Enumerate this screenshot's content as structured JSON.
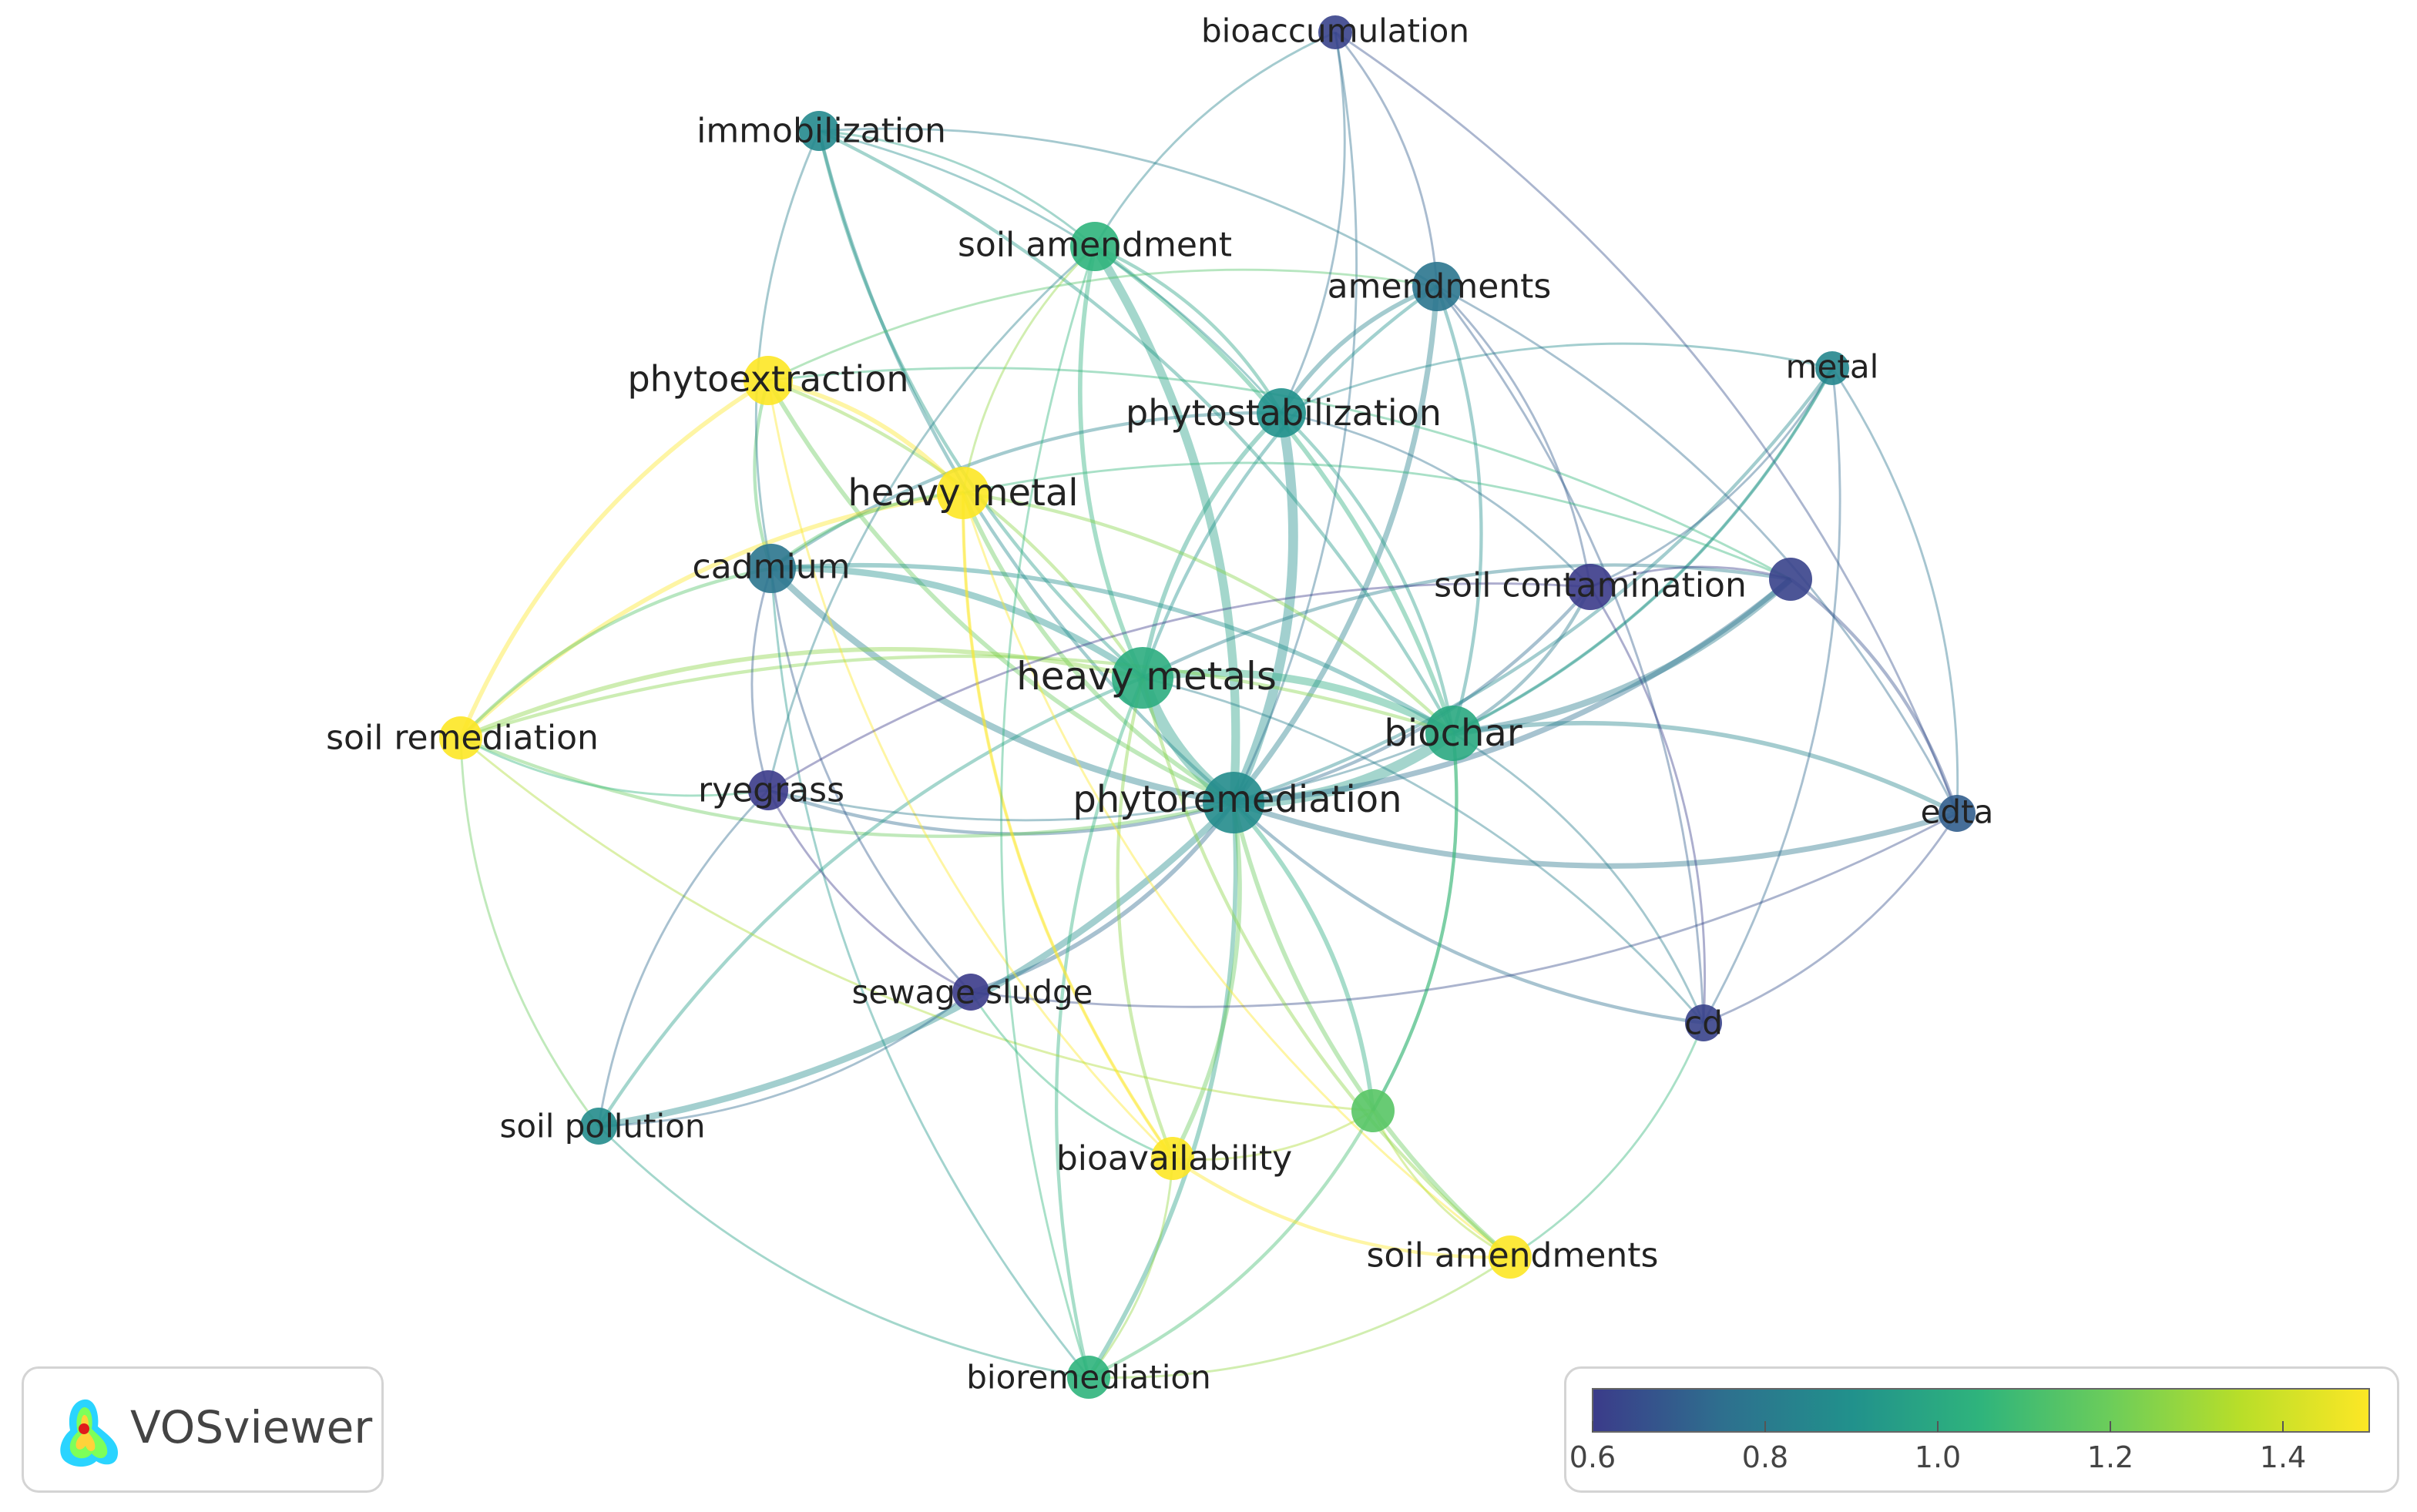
{
  "nodes": [
    {
      "id": "bioaccumulation",
      "label": "bioaccumulation",
      "score": 0.62
    },
    {
      "id": "immobilization",
      "label": "immobilization",
      "score": 0.86
    },
    {
      "id": "soil-amendment",
      "label": "soil amendment",
      "score": 1.05
    },
    {
      "id": "amendments",
      "label": "amendments",
      "score": 0.78
    },
    {
      "id": "phytoextraction",
      "label": "phytoextraction",
      "score": 1.5
    },
    {
      "id": "phytostabilization",
      "label": "phytostabilization",
      "score": 0.9
    },
    {
      "id": "metal",
      "label": "metal",
      "score": 0.85
    },
    {
      "id": "heavy-metal",
      "label": "heavy metal",
      "score": 1.5
    },
    {
      "id": "cadmium",
      "label": "cadmium",
      "score": 0.78
    },
    {
      "id": "soil-contamination",
      "label": "soil contamination",
      "score": 0.6
    },
    {
      "id": "unlabeled-1",
      "label": "",
      "score": 0.62
    },
    {
      "id": "heavy-metals",
      "label": "heavy metals",
      "score": 1.02
    },
    {
      "id": "biochar",
      "label": "biochar",
      "score": 1.0
    },
    {
      "id": "soil-remediation",
      "label": "soil remediation",
      "score": 1.5
    },
    {
      "id": "ryegrass",
      "label": "ryegrass",
      "score": 0.6
    },
    {
      "id": "phytoremediation",
      "label": "phytoremediation",
      "score": 0.88
    },
    {
      "id": "edta",
      "label": "edta",
      "score": 0.7
    },
    {
      "id": "sewage-sludge",
      "label": "sewage sludge",
      "score": 0.6
    },
    {
      "id": "cd",
      "label": "cd",
      "score": 0.62
    },
    {
      "id": "unlabeled-2",
      "label": "",
      "score": 1.15
    },
    {
      "id": "soil-pollution",
      "label": "soil pollution",
      "score": 0.88
    },
    {
      "id": "bioavailability",
      "label": "bioavailability",
      "score": 1.5
    },
    {
      "id": "soil-amendments",
      "label": "soil amendments",
      "score": 1.5
    },
    {
      "id": "bioremediation",
      "label": "bioremediation",
      "score": 1.05
    }
  ],
  "links": [
    [
      "phytoremediation",
      "heavy-metals",
      10
    ],
    [
      "phytoremediation",
      "biochar",
      9
    ],
    [
      "phytoremediation",
      "phytostabilization",
      8
    ],
    [
      "phytoremediation",
      "soil-amendment",
      7
    ],
    [
      "phytoremediation",
      "cadmium",
      5
    ],
    [
      "phytoremediation",
      "amendments",
      4
    ],
    [
      "phytoremediation",
      "soil-pollution",
      5
    ],
    [
      "phytoremediation",
      "edta",
      4
    ],
    [
      "phytoremediation",
      "unlabeled-1",
      4
    ],
    [
      "phytoremediation",
      "heavy-metal",
      3
    ],
    [
      "phytoremediation",
      "phytoextraction",
      3
    ],
    [
      "phytoremediation",
      "bioremediation",
      3
    ],
    [
      "phytoremediation",
      "unlabeled-2",
      3
    ],
    [
      "phytoremediation",
      "soil-amendments",
      3
    ],
    [
      "phytoremediation",
      "sewage-sludge",
      3
    ],
    [
      "phytoremediation",
      "ryegrass",
      2
    ],
    [
      "phytoremediation",
      "bioavailability",
      3
    ],
    [
      "phytoremediation",
      "soil-contamination",
      2
    ],
    [
      "phytoremediation",
      "metal",
      2
    ],
    [
      "phytoremediation",
      "immobilization",
      2
    ],
    [
      "phytoremediation",
      "bioaccumulation",
      1
    ],
    [
      "phytoremediation",
      "soil-remediation",
      2
    ],
    [
      "phytoremediation",
      "cd",
      2
    ],
    [
      "heavy-metals",
      "biochar",
      6
    ],
    [
      "heavy-metals",
      "cadmium",
      5
    ],
    [
      "heavy-metals",
      "soil-amendment",
      3
    ],
    [
      "heavy-metals",
      "phytostabilization",
      3
    ],
    [
      "heavy-metals",
      "soil-remediation",
      3
    ],
    [
      "heavy-metals",
      "phytoextraction",
      2
    ],
    [
      "heavy-metals",
      "bioremediation",
      2
    ],
    [
      "heavy-metals",
      "bioavailability",
      2
    ],
    [
      "heavy-metals",
      "amendments",
      2
    ],
    [
      "heavy-metals",
      "unlabeled-1",
      2
    ],
    [
      "heavy-metals",
      "immobilization",
      2
    ],
    [
      "heavy-metals",
      "soil-pollution",
      2
    ],
    [
      "biochar",
      "unlabeled-1",
      5
    ],
    [
      "biochar",
      "cadmium",
      3
    ],
    [
      "biochar",
      "soil-amendment",
      3
    ],
    [
      "biochar",
      "phytostabilization",
      2
    ],
    [
      "biochar",
      "edta",
      3
    ],
    [
      "biochar",
      "metal",
      2
    ],
    [
      "biochar",
      "soil-contamination",
      2
    ],
    [
      "biochar",
      "unlabeled-2",
      2
    ],
    [
      "biochar",
      "heavy-metal",
      2
    ],
    [
      "biochar",
      "immobilization",
      2
    ],
    [
      "biochar",
      "amendments",
      2
    ],
    [
      "biochar",
      "cd",
      1
    ],
    [
      "phytostabilization",
      "amendments",
      3
    ],
    [
      "phytostabilization",
      "soil-amendment",
      2
    ],
    [
      "phytostabilization",
      "cadmium",
      2
    ],
    [
      "phytostabilization",
      "metal",
      1
    ],
    [
      "phytostabilization",
      "immobilization",
      1
    ],
    [
      "phytostabilization",
      "soil-contamination",
      1
    ],
    [
      "phytoextraction",
      "heavy-metal",
      3
    ],
    [
      "phytoextraction",
      "soil-remediation",
      3
    ],
    [
      "phytoextraction",
      "cadmium",
      2
    ],
    [
      "phytoextraction",
      "unlabeled-1",
      1
    ],
    [
      "phytoextraction",
      "amendments",
      1
    ],
    [
      "phytoextraction",
      "bioavailability",
      1
    ],
    [
      "soil-remediation",
      "heavy-metal",
      3
    ],
    [
      "soil-remediation",
      "cadmium",
      2
    ],
    [
      "soil-remediation",
      "soil-pollution",
      1
    ],
    [
      "soil-remediation",
      "biochar",
      2
    ],
    [
      "soil-remediation",
      "unlabeled-2",
      1
    ],
    [
      "soil-remediation",
      "ryegrass",
      1
    ],
    [
      "heavy-metal",
      "cadmium",
      2
    ],
    [
      "heavy-metal",
      "bioavailability",
      2
    ],
    [
      "heavy-metal",
      "soil-amendments",
      1
    ],
    [
      "cadmium",
      "ryegrass",
      1
    ],
    [
      "cadmium",
      "sewage-sludge",
      1
    ],
    [
      "cadmium",
      "immobilization",
      1
    ],
    [
      "cadmium",
      "bioremediation",
      1
    ],
    [
      "immobilization",
      "amendments",
      1
    ],
    [
      "immobilization",
      "soil-amendment",
      1
    ],
    [
      "bioaccumulation",
      "amendments",
      1
    ],
    [
      "bioaccumulation",
      "soil-amendment",
      1
    ],
    [
      "bioaccumulation",
      "edta",
      1
    ],
    [
      "bioaccumulation",
      "phytostabilization",
      1
    ],
    [
      "amendments",
      "soil-contamination",
      1
    ],
    [
      "amendments",
      "edta",
      1
    ],
    [
      "amendments",
      "cd",
      1
    ],
    [
      "metal",
      "soil-contamination",
      1
    ],
    [
      "metal",
      "biochar",
      1
    ],
    [
      "metal",
      "cd",
      1
    ],
    [
      "metal",
      "edta",
      1
    ],
    [
      "unlabeled-1",
      "edta",
      2
    ],
    [
      "unlabeled-1",
      "heavy-metal",
      1
    ],
    [
      "unlabeled-1",
      "soil-contamination",
      1
    ],
    [
      "soil-contamination",
      "cd",
      1
    ],
    [
      "soil-contamination",
      "ryegrass",
      1
    ],
    [
      "edta",
      "cd",
      1
    ],
    [
      "edta",
      "sewage-sludge",
      1
    ],
    [
      "cd",
      "soil-amendments",
      1
    ],
    [
      "cd",
      "heavy-metals",
      1
    ],
    [
      "sewage-sludge",
      "ryegrass",
      1
    ],
    [
      "sewage-sludge",
      "soil-pollution",
      1
    ],
    [
      "sewage-sludge",
      "bioavailability",
      1
    ],
    [
      "unlabeled-2",
      "bioremediation",
      2
    ],
    [
      "unlabeled-2",
      "bioavailability",
      1
    ],
    [
      "unlabeled-2",
      "soil-amendments",
      1
    ],
    [
      "unlabeled-2",
      "biochar",
      2
    ],
    [
      "bioavailability",
      "soil-amendments",
      2
    ],
    [
      "bioavailability",
      "bioremediation",
      1
    ],
    [
      "bioavailability",
      "heavy-metal",
      1
    ],
    [
      "soil-amendments",
      "bioremediation",
      1
    ],
    [
      "soil-amendments",
      "heavy-metals",
      2
    ],
    [
      "soil-pollution",
      "bioremediation",
      1
    ],
    [
      "soil-pollution",
      "ryegrass",
      1
    ],
    [
      "ryegrass",
      "biochar",
      1
    ],
    [
      "ryegrass",
      "soil-amendment",
      1
    ],
    [
      "soil-amendment",
      "heavy-metal",
      1
    ],
    [
      "soil-amendment",
      "bioremediation",
      1
    ]
  ],
  "logo": {
    "text": "VOSviewer"
  },
  "color_scale": {
    "min": 0.6,
    "max": 1.5,
    "ticks": [
      "0.6",
      "0.8",
      "1.0",
      "1.2",
      "1.4"
    ],
    "colors": [
      "#3b3b8a",
      "#2e6f8e",
      "#21918c",
      "#2fb47c",
      "#6ccd5a",
      "#b8de29",
      "#fde725"
    ]
  }
}
